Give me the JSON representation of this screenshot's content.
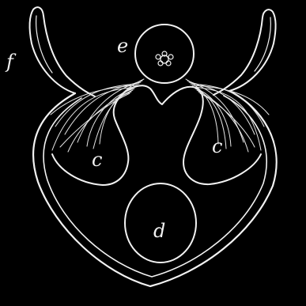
{
  "figure": {
    "background_color": "#000000",
    "line_color": "#f2f2f2",
    "labels": {
      "e": "e",
      "f": "f",
      "c_left": "c",
      "c_right": "c",
      "d": "d"
    }
  }
}
